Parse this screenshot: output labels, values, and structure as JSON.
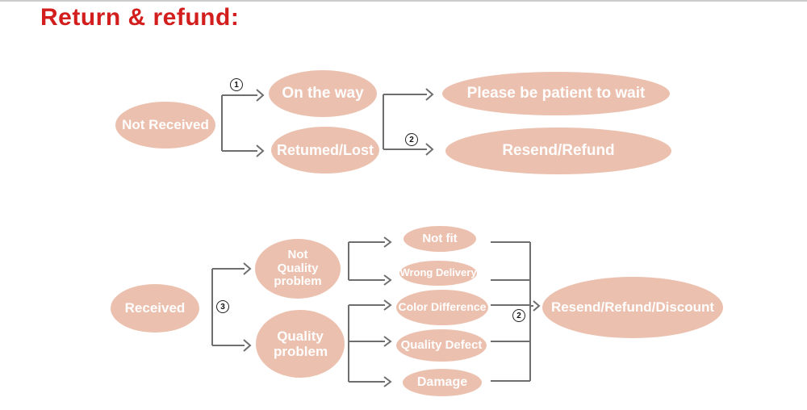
{
  "page": {
    "title": "Return & refund:"
  },
  "colors": {
    "title_red": "#d31e1e",
    "node_fill": "#ecc0ae",
    "node_text": "#ffffff",
    "connector_gray": "#6e6e6e"
  },
  "nodes": {
    "not_received": "Not Received",
    "on_the_way": "On the way",
    "returned_lost": "Retumed/Lost",
    "please_wait": "Please be patient to wait",
    "resend_refund": "Resend/Refund",
    "received": "Received",
    "not_quality_problem": "Not Quality problem",
    "quality_problem": "Quality problem",
    "not_fit": "Not fit",
    "wrong_delivery": "Wrong Delivery",
    "color_difference": "Color Difference",
    "quality_defect": "Quality Defect",
    "damage": "Damage",
    "resend_refund_discount": "Resend/Refund/Discount"
  },
  "badges": {
    "step1": "1",
    "step2_top": "2",
    "step3": "3",
    "step2_bottom": "2"
  }
}
